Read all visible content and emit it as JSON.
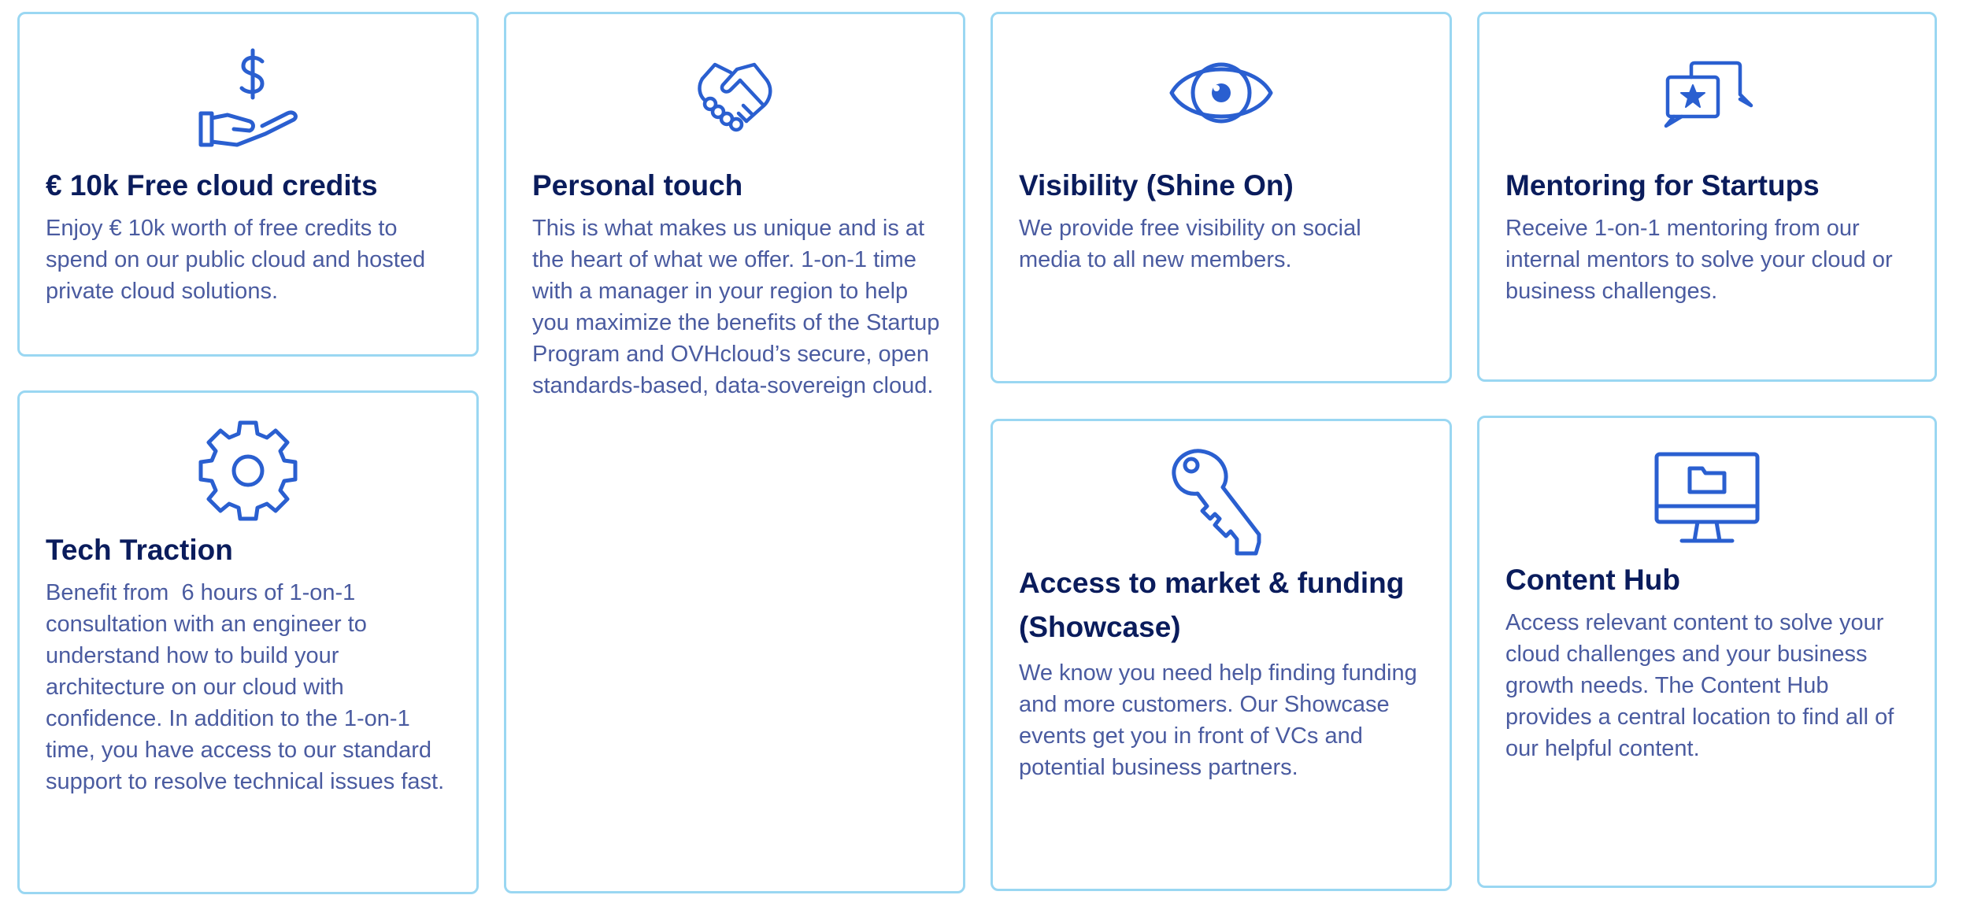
{
  "colors": {
    "border": "#9ad7f2",
    "heading": "#0a1c5c",
    "body_text": "#4a5ba0",
    "icon": "#2a5fd0"
  },
  "cards": [
    {
      "icon": "hand-dollar-icon",
      "title": "€ 10k Free cloud credits",
      "body": "Enjoy € 10k worth of free credits to spend on our public cloud and hosted private cloud solutions."
    },
    {
      "icon": "handshake-icon",
      "title": "Personal touch",
      "body": "This is what makes us unique and is at the heart of what we offer. 1-on-1 time with a manager in your region to help you maximize the benefits of the Startup Program and OVHcloud’s secure, open standards-based, data-sovereign cloud."
    },
    {
      "icon": "eye-icon",
      "title": "Visibility (Shine On)",
      "body": "We provide free visibility on social media to all new members."
    },
    {
      "icon": "chat-star-icon",
      "title": "Mentoring for Startups",
      "body": "Receive 1-on-1 mentoring from our internal mentors to solve your cloud or business challenges."
    },
    {
      "icon": "gear-icon",
      "title": "Tech Traction",
      "body": "Benefit from  6 hours of 1-on-1 consultation with an engineer to understand how to build your architecture on our cloud with confidence. In addition to the 1-on-1 time, you have access to our standard support to resolve technical issues fast."
    },
    {
      "icon": "key-icon",
      "title": "Access to market & funding (Showcase)",
      "body": "We know you need help finding funding and more customers. Our Showcase events get you in front of VCs and potential business partners."
    },
    {
      "icon": "monitor-folder-icon",
      "title": "Content Hub",
      "body": "Access relevant content to solve your cloud challenges and your business growth needs. The Content Hub provides a central location to find all of our helpful content."
    }
  ]
}
